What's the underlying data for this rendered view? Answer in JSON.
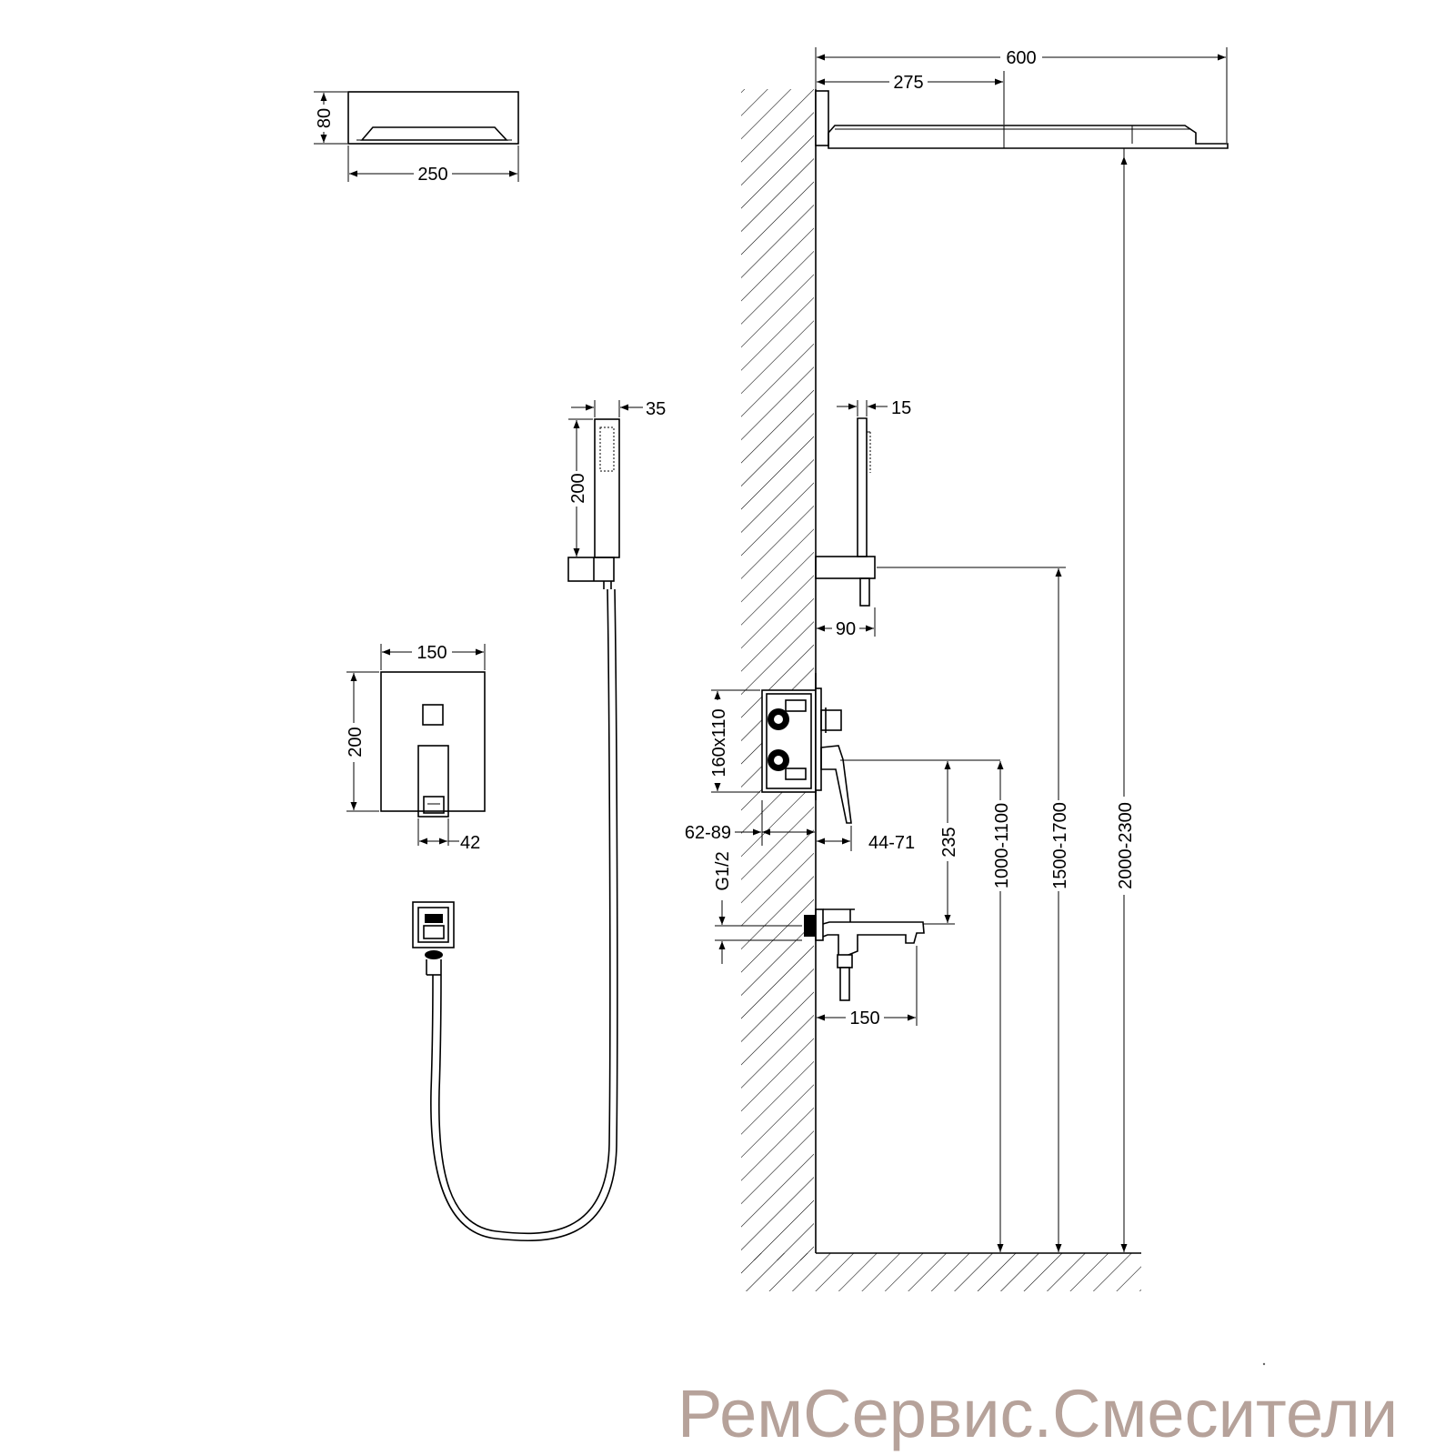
{
  "dimensions": {
    "head_depth": "80",
    "head_side_width": "250",
    "head_width": "600",
    "head_outlet": "275",
    "hand_width": "35",
    "hand_length": "200",
    "panel_width": "150",
    "panel_height": "200",
    "lever_width": "42",
    "side_hand_depth": "15",
    "holder_projection": "90",
    "box_size": "160x110",
    "box_depth": "62-89",
    "trim_projection": "44-71",
    "thread": "G1/2",
    "mixer_to_spout": "235",
    "spout_reach": "150",
    "mixer_height": "1000-1100",
    "holder_height": "1500-1700",
    "head_height": "2000-2300"
  },
  "watermark": "РемСервис.Смесители"
}
